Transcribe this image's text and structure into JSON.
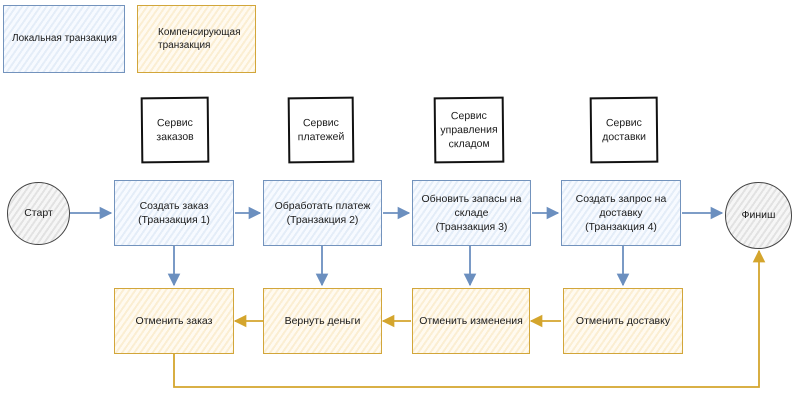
{
  "legend": {
    "local": "Локальная транзакция",
    "compensating": "Компенсирующая\nтранзакция"
  },
  "services": [
    "Сервис\nзаказов",
    "Сервис\nплатежей",
    "Сервис\nуправления\nскладом",
    "Сервис\nдоставки"
  ],
  "start": "Старт",
  "finish": "Финиш",
  "transactions": [
    "Создать заказ\n(Транзакция 1)",
    "Обработать платеж\n(Транзакция 2)",
    "Обновить запасы на\nскладе\n(Транзакция 3)",
    "Создать запрос на\nдоставку\n(Транзакция 4)"
  ],
  "compensations": [
    "Отменить заказ",
    "Вернуть деньги",
    "Отменить изменения",
    "Отменить доставку"
  ],
  "colors": {
    "local_border": "#7393bd",
    "local_fill": "#e4edf8",
    "compensating_border": "#d2a63a",
    "compensating_fill": "#fbeed2",
    "arrow_blue": "#6b8fbf",
    "arrow_gold": "#d4a52d"
  }
}
